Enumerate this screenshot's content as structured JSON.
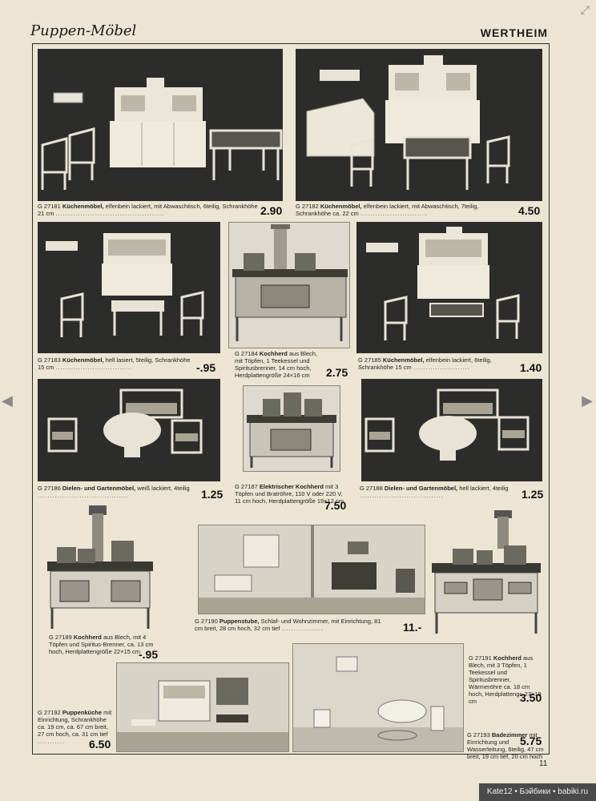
{
  "header": {
    "left": "Puppen-Möbel",
    "right": "WERTHEIM"
  },
  "items": [
    {
      "code": "G 27181",
      "title": "Küchenmöbel,",
      "desc": "elfenbein lackiert, mit Abwaschtisch, 6teilig, Schrankhöhe 21 cm",
      "price": "2.90"
    },
    {
      "code": "G 27182",
      "title": "Küchenmöbel,",
      "desc": "elfenbein lackiert, mit Abwaschtisch, 7teilig, Schrankhöhe ca. 22 cm",
      "price": "4.50"
    },
    {
      "code": "G 27183",
      "title": "Küchenmöbel,",
      "desc": "hell lasiert, 5teilig, Schrankhöhe 15 cm",
      "price": "-.95"
    },
    {
      "code": "G 27184",
      "title": "Kochherd",
      "desc": "aus Blech, mit Töpfen, 1 Teekessel und Spiritusbrenner, 14 cm hoch, Herdplattengröße 24×16 cm",
      "price": "2.75"
    },
    {
      "code": "G 27185",
      "title": "Küchenmöbel,",
      "desc": "elfenbein lackiert, 6teilig, Schrankhöhe 15 cm",
      "price": "1.40"
    },
    {
      "code": "G 27186",
      "title": "Dielen- und Gartenmöbel,",
      "desc": "weiß lackiert, 4teilig",
      "price": "1.25"
    },
    {
      "code": "G 27187",
      "title": "Elektrischer Kochherd",
      "desc": "mit 3 Töpfen und Bratröhre, 110 V oder 220 V, 11 cm hoch, Herdplattengröße 19×12 cm",
      "price": "7.50"
    },
    {
      "code": "G 27188",
      "title": "Dielen- und Gartenmöbel,",
      "desc": "hell lackiert, 4teilig",
      "price": "1.25"
    },
    {
      "code": "G 27189",
      "title": "Kochherd",
      "desc": "aus Blech, mit 4 Töpfen und Spiritus-Brenner, ca. 13 cm hoch, Herdplattengröße 22×15 cm",
      "price": "-.95"
    },
    {
      "code": "G 27190",
      "title": "Puppenstube,",
      "desc": "Schlaf- und Wohnzimmer, mit Einrichtung, 81 cm breit, 28 cm hoch, 32 cm tief",
      "price": "11.-"
    },
    {
      "code": "G 27191",
      "title": "Kochherd",
      "desc": "aus Blech, mit 3 Töpfen, 1 Teekessel und Spiritusbrenner, Wärmeröhre ca. 18 cm hoch, Herdplattengr. 27×19 cm",
      "price": "3.50"
    },
    {
      "code": "G 27192",
      "title": "Puppenküche",
      "desc": "mit Einrichtung, Schrankhöhe ca. 19 cm, ca. 67 cm breit, 27 cm hoch, ca. 31 cm tief",
      "price": "6.50"
    },
    {
      "code": "G 27193",
      "title": "Badezimmer",
      "desc": "mit Einrichtung und Wasserleitung, 6teilig, 47 cm breit, 19 cm tief, 20 cm hoch",
      "price": "5.75"
    }
  ],
  "page_number": "11",
  "watermark": "Kate12 • Бэйбики • babiki.ru",
  "icons": {
    "prev": "chevron-left-icon",
    "next": "chevron-right-icon",
    "expand": "expand-icon"
  }
}
